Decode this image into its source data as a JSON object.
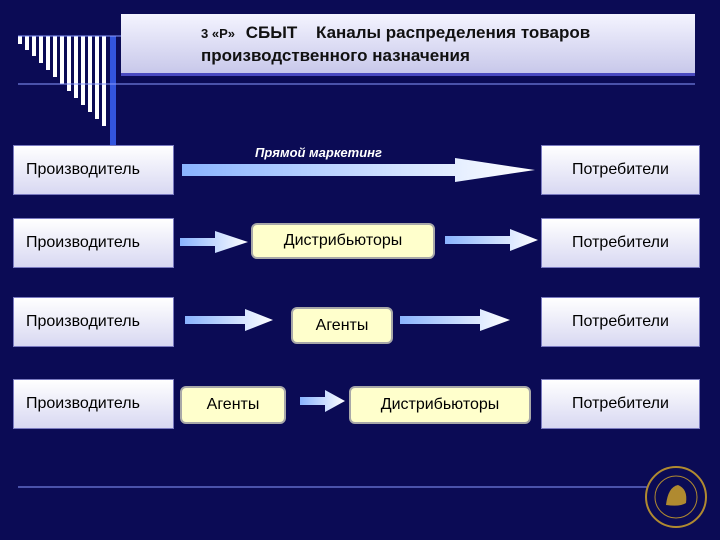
{
  "title": {
    "prefix": "3 «Р»",
    "section": "СБЫТ",
    "line1": "Каналы распределения товаров",
    "line2": "производственного назначения"
  },
  "direct_label": "Прямой маркетинг",
  "rows": [
    {
      "producer": "Производитель",
      "consumer": "Потребители"
    },
    {
      "producer": "Производитель",
      "middle": "Дистрибьюторы",
      "consumer": "Потребители"
    },
    {
      "producer": "Производитель",
      "middle": "Агенты",
      "consumer": "Потребители"
    },
    {
      "producer": "Производитель",
      "middle1": "Агенты",
      "middle2": "Дистрибьюторы",
      "consumer": "Потребители"
    }
  ],
  "colors": {
    "background": "#0b0b55",
    "box": "#ffffff",
    "middle_box": "#ffffcc",
    "arrow": "#ddeeff"
  }
}
